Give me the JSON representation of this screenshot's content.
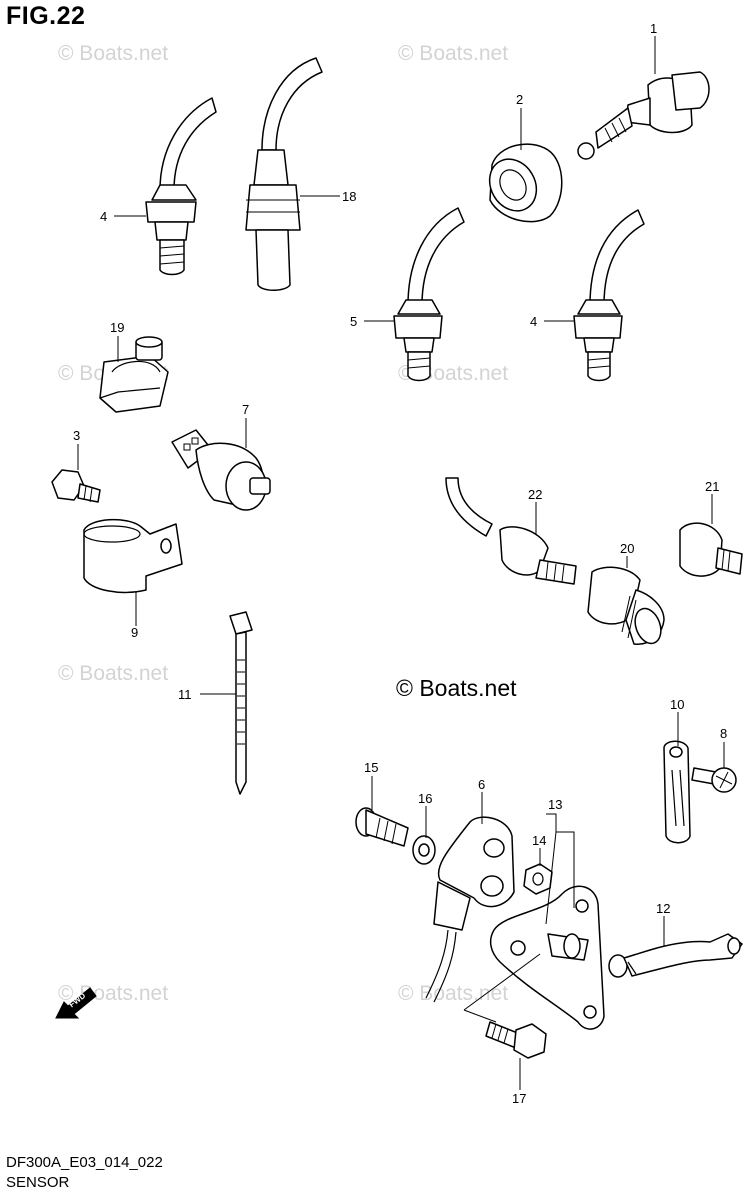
{
  "figure": {
    "title": "FIG.22",
    "model_code": "DF300A_E03_014_022",
    "section_name": "SENSOR"
  },
  "copyright_notice": "© Boats.net",
  "watermark_text": "© Boats.net",
  "fwd_arrow_label": "FWD",
  "callouts": [
    "1",
    "2",
    "3",
    "4",
    "4",
    "5",
    "6",
    "7",
    "8",
    "9",
    "10",
    "11",
    "12",
    "13",
    "14",
    "15",
    "16",
    "17",
    "18",
    "19",
    "20",
    "21",
    "22"
  ],
  "colors": {
    "line": "#000000",
    "background": "#ffffff",
    "watermark": "#d3d3d3"
  }
}
